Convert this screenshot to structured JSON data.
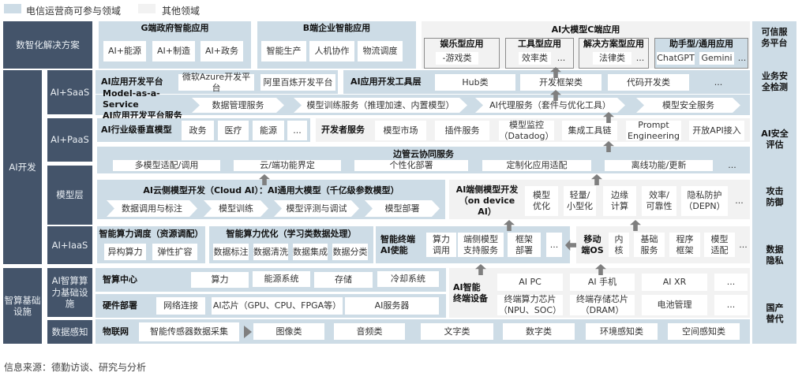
{
  "legend": {
    "telecom": "电信运营商可参与领域",
    "other": "其他领域",
    "telecom_color": "#cddce6",
    "other_color": "#f2f2f2"
  },
  "left": {
    "solution": "数智化解决方案",
    "ai_dev": "AI开发",
    "saas": "AI+SaaS",
    "paas": "AI+PaaS",
    "model_layer": "模型层",
    "iaas": "AI+IaaS",
    "infra": "智算基础\n设施",
    "ai_infra": "AI智算算\n力基础设\n施",
    "sensing": "数据感知"
  },
  "g_end": {
    "title": "G端政府智能应用",
    "items": [
      "AI+能源",
      "AI+制造",
      "AI+政务"
    ]
  },
  "b_end": {
    "title": "B端企业智能应用",
    "items": [
      "智能生产",
      "人机协作",
      "物流调度"
    ]
  },
  "c_end": {
    "title": "AI大模型C端应用",
    "entertainment": {
      "title": "娱乐型应用",
      "items": [
        "-游戏类"
      ]
    },
    "tool": {
      "title": "工具型应用",
      "items": [
        "效率类",
        "..."
      ]
    },
    "solution": {
      "title": "解决方案型应用",
      "items": [
        "法律类",
        "..."
      ]
    },
    "assistant": {
      "title": "助手型/通用应用",
      "items": [
        "ChatGPT",
        "Gemini",
        "..."
      ]
    }
  },
  "trust": {
    "title": "可信服\n务平台",
    "items": [
      "业务安\n全检测",
      "AI安全\n评估",
      "攻击\n防御",
      "数据\n隐私",
      "国产\n替代"
    ]
  },
  "app_platform": {
    "title": "AI应用开发平台",
    "items": [
      "微软Azure开发平台",
      "阿里百炼开发平台"
    ]
  },
  "app_tools": {
    "title": "AI应用开发工具层",
    "items": [
      "Hub类",
      "开发框架类",
      "代码开发类",
      "..."
    ]
  },
  "maas": {
    "title": "Model-as-a-Service\nAI应用开发平台服务",
    "items": [
      "数据管理服务",
      "模型训练服务（推理加速、内置模型）",
      "AI代理服务（套件与优化工具）",
      "模型安全服务"
    ]
  },
  "vertical": {
    "title": "AI行业级垂直模型",
    "items": [
      "政务",
      "医疗",
      "能源",
      "..."
    ]
  },
  "dev_services": {
    "title": "开发者服务",
    "items": [
      "模型市场",
      "插件服务",
      "模型监控\n（Datadog）",
      "集成工具链",
      "Prompt\nEngineering",
      "开放API接入"
    ]
  },
  "edge_cloud": {
    "title": "边管云协同服务",
    "items": [
      "多模型适配/调用",
      "云/端功能界定",
      "个性化部署",
      "定制化应用适配",
      "离线功能/更新",
      "..."
    ]
  },
  "cloud_model": {
    "title": "AI云侧模型开发（Cloud AI）：AI通用大模型（千亿级参数模型）",
    "items": [
      "数据调用与标注",
      "模型训练",
      "模型评测与调试",
      "模型部署"
    ]
  },
  "device_model": {
    "title": "AI端侧模型开发\n（on device AI）",
    "items": [
      "模型\n优化",
      "轻量/\n小型化",
      "边缘\n计算",
      "效率/\n可靠性",
      "隐私防护\n（DEPN）",
      "..."
    ]
  },
  "scheduling": {
    "title": "智能算力调度（资源调配）",
    "items": [
      "异构算力",
      "弹性扩容"
    ]
  },
  "optimization": {
    "title": "智能算力优化（学习类数据处理）",
    "items": [
      "数据标注",
      "数据清洗",
      "数据集成",
      "数据分类"
    ]
  },
  "terminal_enable": {
    "title": "智能终端\nAI使能",
    "items": [
      "算力\n调用",
      "端侧模型\n支持服务",
      "框架\n部署",
      "..."
    ]
  },
  "mobile_os": {
    "title": "移动\n端OS",
    "items": [
      "内\n核",
      "基础\n服务",
      "程序\n框架",
      "模型\n适配",
      "..."
    ]
  },
  "computing_center": {
    "title": "智算中心",
    "items": [
      "算力",
      "能源系统",
      "存储",
      "冷却系统"
    ]
  },
  "hardware": {
    "title": "硬件部署",
    "items": [
      "网络连接",
      "AI芯片（GPU、CPU、FPGA等）",
      "AI服务器"
    ]
  },
  "devices": {
    "title": "AI智能\n终端设备",
    "row1": [
      "AI PC",
      "AI 手机",
      "AI XR",
      "..."
    ],
    "row2": [
      "终端算力芯片\n（NPU、SOC）",
      "终端存储芯片\n（DRAM）",
      "电池管理",
      "..."
    ]
  },
  "iot": {
    "title": "物联网",
    "items": [
      "智能传感器数据采集",
      "图像类",
      "音频类",
      "文字类",
      "数字类",
      "环境感知类",
      "空间感知类"
    ]
  },
  "footer": "信息来源：德勤访谈、研究与分析"
}
